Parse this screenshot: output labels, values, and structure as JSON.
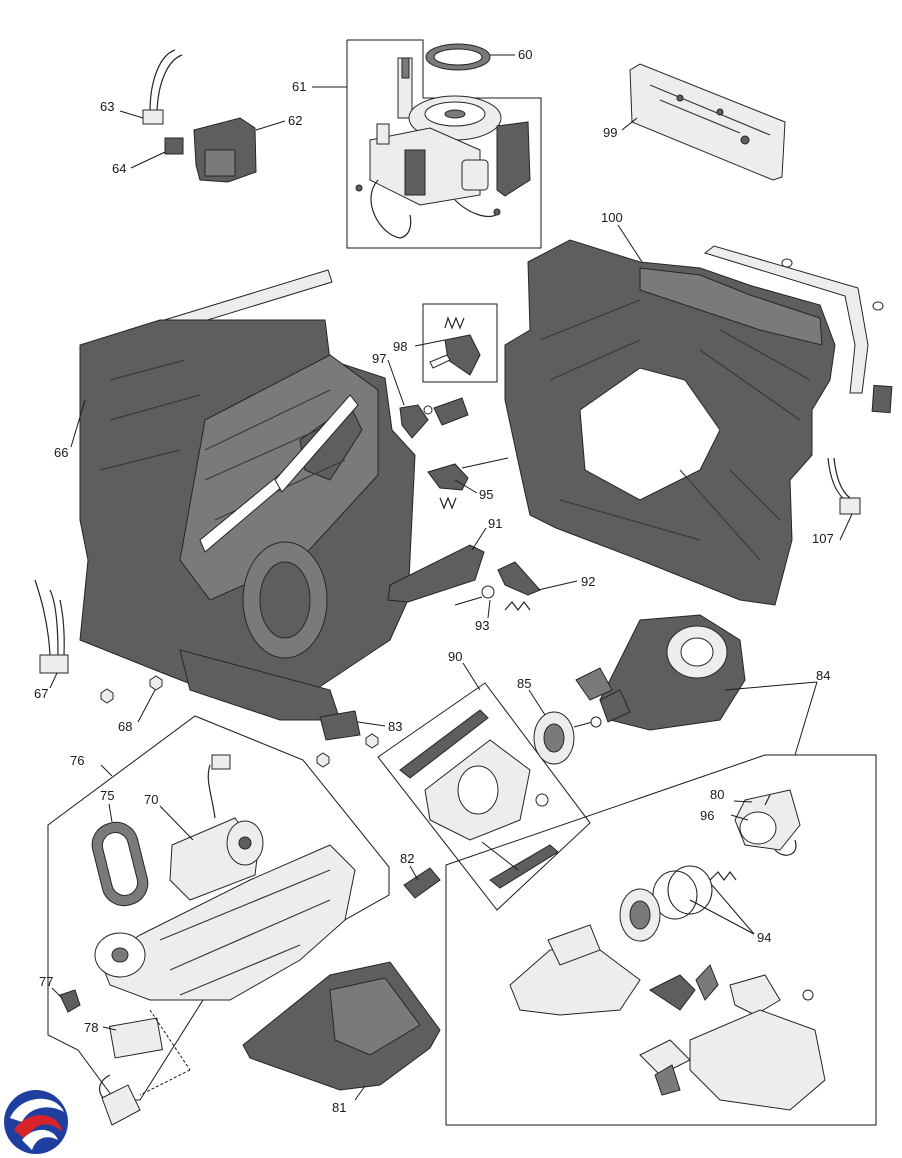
{
  "callouts": {
    "c60": "60",
    "c61": "61",
    "c62": "62",
    "c63": "63",
    "c64": "64",
    "c66": "66",
    "c67": "67",
    "c68": "68",
    "c70": "70",
    "c75": "75",
    "c76": "76",
    "c77": "77",
    "c78": "78",
    "c80": "80",
    "c81": "81",
    "c82": "82",
    "c83": "83",
    "c84": "84",
    "c85": "85",
    "c90": "90",
    "c91": "91",
    "c92": "92",
    "c93": "93",
    "c94": "94",
    "c95": "95",
    "c96": "96",
    "c97": "97",
    "c98": "98",
    "c99": "99",
    "c100": "100",
    "c107": "107"
  },
  "colors": {
    "part_fill": "#5e5e5e",
    "part_light": "#ededed",
    "logo_blue": "#1f3fa0",
    "logo_red": "#d8232a"
  },
  "logo": {
    "icon": "brand-swirl-logo"
  }
}
